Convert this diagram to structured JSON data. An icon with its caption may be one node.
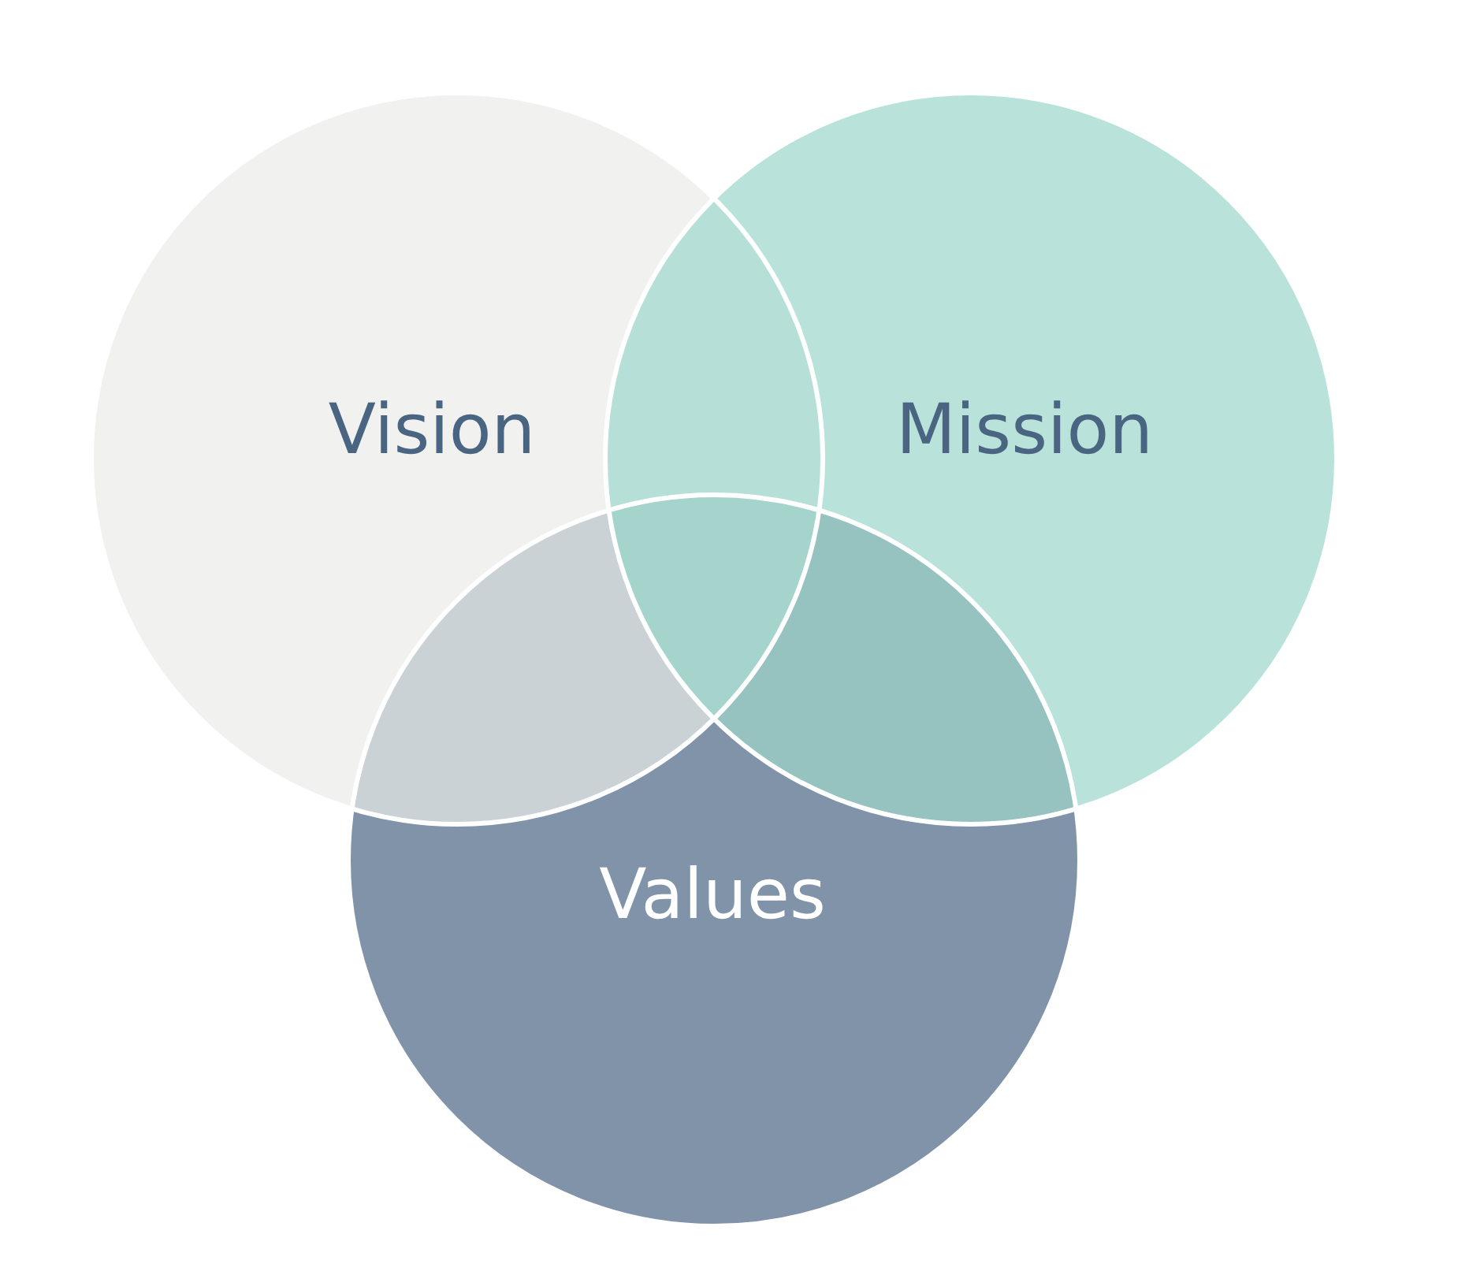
{
  "diagram": {
    "nodes": [
      {
        "text": [
          "Vision"
        ]
      },
      {
        "text": [
          "Mission"
        ]
      },
      {
        "text": [
          "Values"
        ]
      }
    ]
  }
}
